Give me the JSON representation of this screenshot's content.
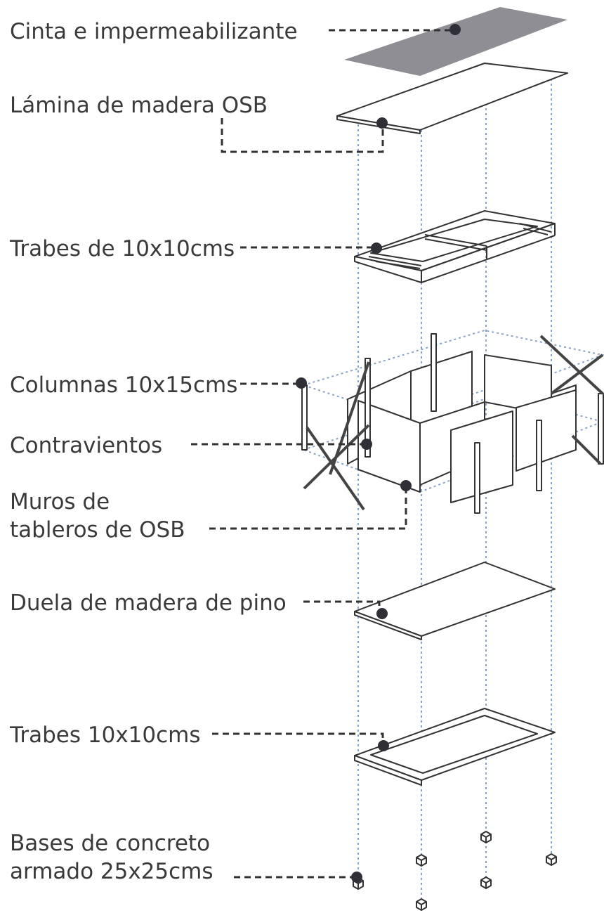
{
  "labels": {
    "cinta": "Cinta e impermeabilizante",
    "lamina": "Lámina de madera OSB",
    "trabes_top": "Trabes de 10x10cms",
    "columnas": "Columnas 10x15cms",
    "contravientos": "Contravientos",
    "muros_1": "Muros de",
    "muros_2": "tableros de OSB",
    "duela": "Duela de madera de pino",
    "trabes_bottom": "Trabes 10x10cms",
    "bases_1": "Bases de concreto",
    "bases_2": "armado 25x25cms"
  },
  "colors": {
    "membrane": "#8e8e94",
    "line": "#333333",
    "guide": "#8aa2c8",
    "text": "#3a3a3a"
  }
}
